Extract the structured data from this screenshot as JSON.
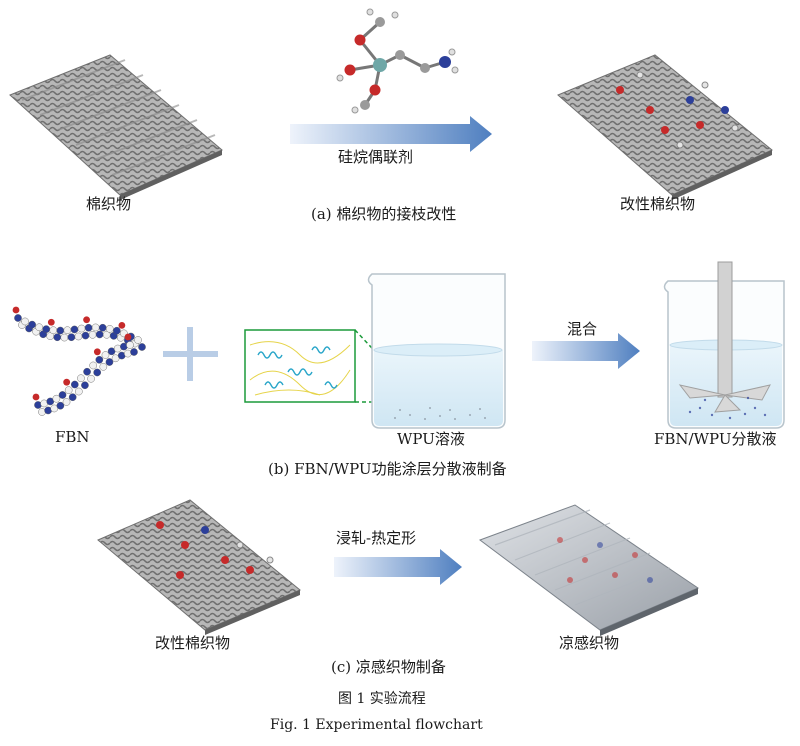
{
  "section_a": {
    "left_label": "棉织物",
    "arrow_label": "硅烷偶联剂",
    "right_label": "改性棉织物",
    "caption": "(a) 棉织物的接枝改性"
  },
  "section_b": {
    "left_label": "FBN",
    "middle_label": "WPU溶液",
    "arrow_label": "混合",
    "right_label": "FBN/WPU分散液",
    "caption": "(b) FBN/WPU功能涂层分散液制备"
  },
  "section_c": {
    "left_label": "改性棉织物",
    "arrow_label": "浸轧-热定形",
    "right_label": "凉感织物",
    "caption": "(c) 凉感织物制备"
  },
  "figure": {
    "title_cn": "图 1   实验流程",
    "title_en": "Fig. 1    Experimental flowchart"
  },
  "colors": {
    "arrow_light": "#e8f0fa",
    "arrow_dark": "#4f7fc0",
    "fabric": "#9a9a9a",
    "nitrogen": "#2c3f9a",
    "oxygen": "#c62a2a",
    "dashed_box": "#1b9a3a"
  }
}
